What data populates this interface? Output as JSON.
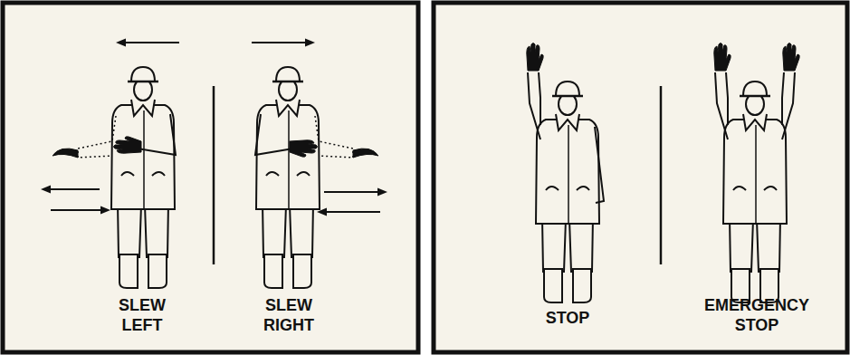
{
  "diagram": {
    "labels": [
      "SLEW LEFT",
      "SLEW RIGHT",
      "STOP",
      "EMERGENCY STOP"
    ]
  }
}
